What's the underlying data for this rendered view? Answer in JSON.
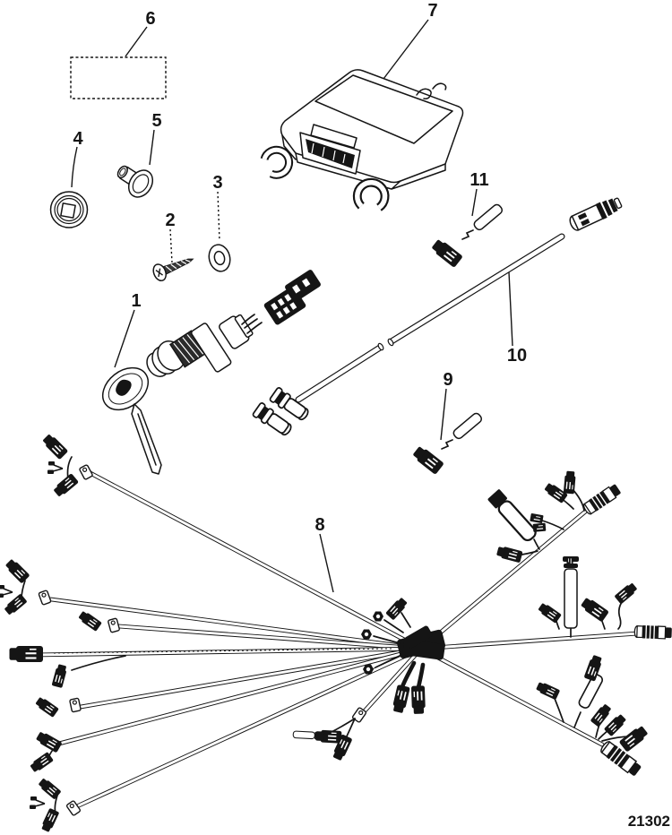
{
  "diagram": {
    "description": "Exploded parts line-art diagram: ignition key switch, ECM module, grommet, plug, screw, washer, connector leads and wiring harnesses",
    "background": "#ffffff",
    "ink": "#151515",
    "drawing_number": "21302",
    "callouts": [
      {
        "label": "1"
      },
      {
        "label": "2"
      },
      {
        "label": "3"
      },
      {
        "label": "4"
      },
      {
        "label": "5"
      },
      {
        "label": "6"
      },
      {
        "label": "7"
      },
      {
        "label": "8"
      },
      {
        "label": "9"
      },
      {
        "label": "10"
      },
      {
        "label": "11"
      }
    ]
  }
}
